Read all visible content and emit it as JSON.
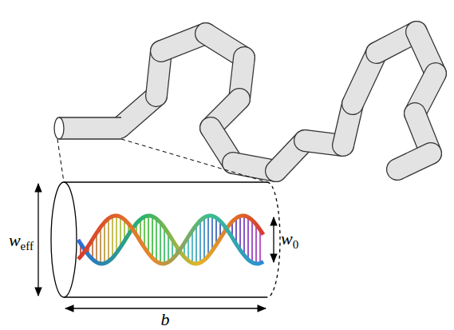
{
  "diagram": {
    "labels": [
      "weff",
      "w0",
      "b"
    ]
  }
}
